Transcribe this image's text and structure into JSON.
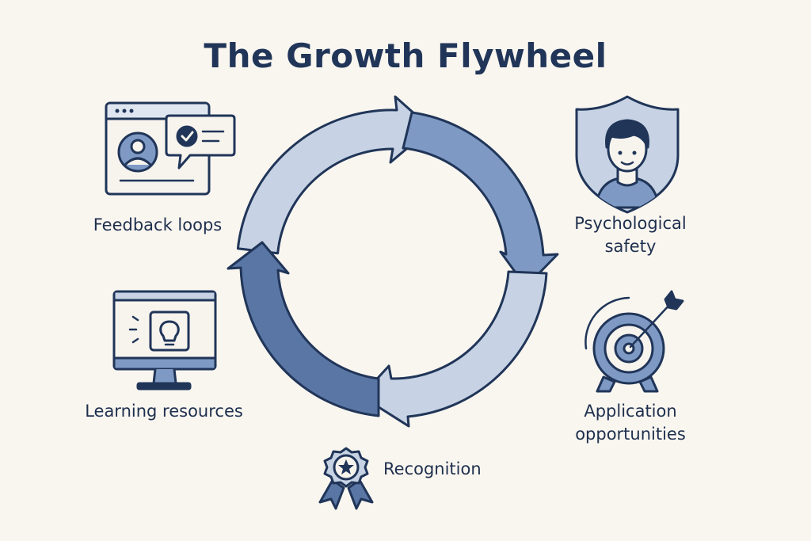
{
  "title": "The Growth Flywheel",
  "labels": {
    "feedback": "Feedback loops",
    "learning": "Learning resources",
    "psych_line1": "Psychological",
    "psych_line2": "safety",
    "app_line1": "Application",
    "app_line2": "opportunities",
    "recognition": "Recognition"
  },
  "icons": {
    "feedback": "feedback-chat-window-icon",
    "learning": "monitor-lightbulb-icon",
    "psych": "shield-person-icon",
    "application": "target-arrow-icon",
    "recognition": "award-ribbon-star-icon"
  },
  "colors": {
    "background": "#f9f6f0",
    "navy": "#203558",
    "light_arrow": "#c7d3e4",
    "mid_arrow": "#7e9ac4",
    "dark_arrow": "#5a76a4"
  }
}
